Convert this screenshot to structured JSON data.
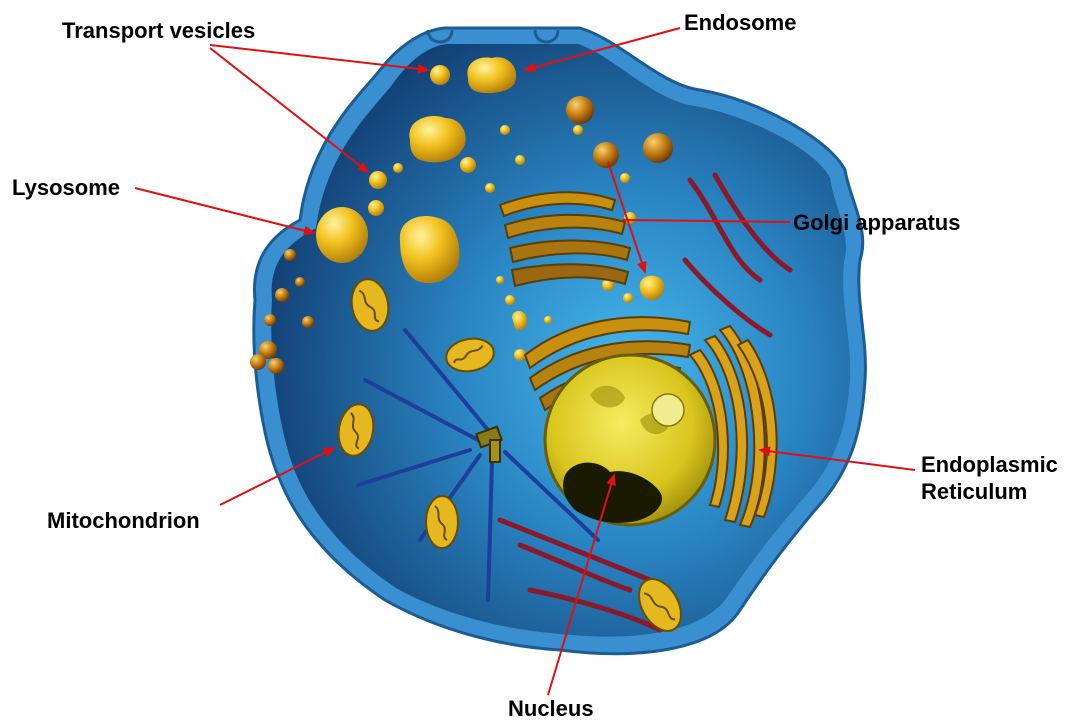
{
  "labels": {
    "transport_vesicles": "Transport vesicles",
    "endosome": "Endosome",
    "lysosome": "Lysosome",
    "golgi": "Golgi apparatus",
    "endoplasmic_line1": "Endoplasmic",
    "endoplasmic_line2": "Reticulum",
    "mitochondrion": "Mitochondrion",
    "nucleus": "Nucleus"
  },
  "colors": {
    "membrane": "#3a8fd0",
    "cytoplasm_light": "#2f9bd6",
    "cytoplasm_dark": "#174f86",
    "vesicle": "#f0c020",
    "arrow": "#e01010",
    "nucleus": "#e2d22a",
    "nucleus_dark": "#1a1a00",
    "er": "#c9900f",
    "microtubule": "#1f3e9a",
    "actin": "#8a1a2a"
  }
}
